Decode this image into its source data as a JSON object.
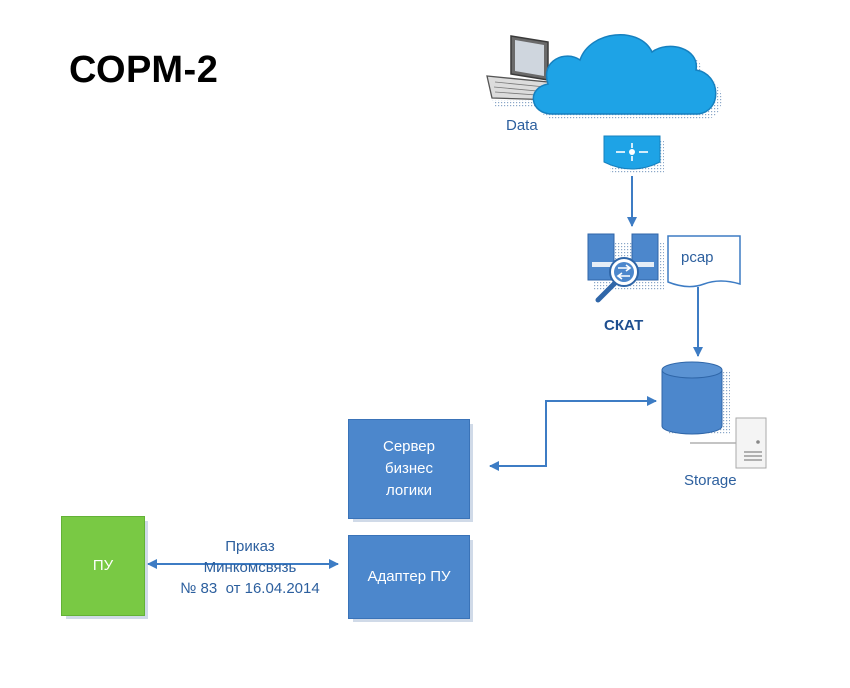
{
  "title": "СОРМ-2",
  "labels": {
    "data": "Data",
    "skat": "СКАТ",
    "pcap": "pcap",
    "storage": "Storage"
  },
  "boxes": {
    "server": [
      "Сервер",
      "бизнес",
      "логики"
    ],
    "adapter": "Адаптер ПУ",
    "pu": "ПУ"
  },
  "order": [
    "Приказ",
    "Минкомсвязь",
    "№ 83  от 16.04.2014"
  ],
  "colors": {
    "blue_box": "#4c87cc",
    "green_box": "#79c944",
    "connector": "#3d7cc4",
    "cloud": "#1ea3e6",
    "label_text": "#2c5f9e"
  }
}
